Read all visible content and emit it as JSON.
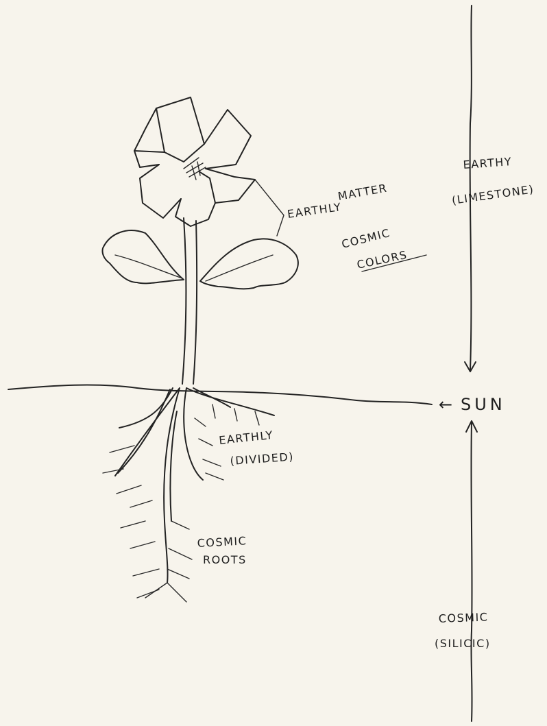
{
  "diagram": {
    "labels": {
      "earthy": "EARTHY",
      "limestone": "(LIMESTONE)",
      "earthly_matter_1": "EARTHLY",
      "earthly_matter_2": "MATTER",
      "cosmic_colors_1": "COSMIC",
      "cosmic_colors_2": "COLORS",
      "sun": "SUN",
      "sun_arrow": "←",
      "earthly_divided_1": "EARTHLY",
      "earthly_divided_2": "(DIVIDED)",
      "cosmic_roots_1": "COSMIC",
      "cosmic_roots_2": "ROOTS",
      "cosmic_bottom": "COSMIC",
      "siliceous": "(SILICIC)"
    }
  }
}
